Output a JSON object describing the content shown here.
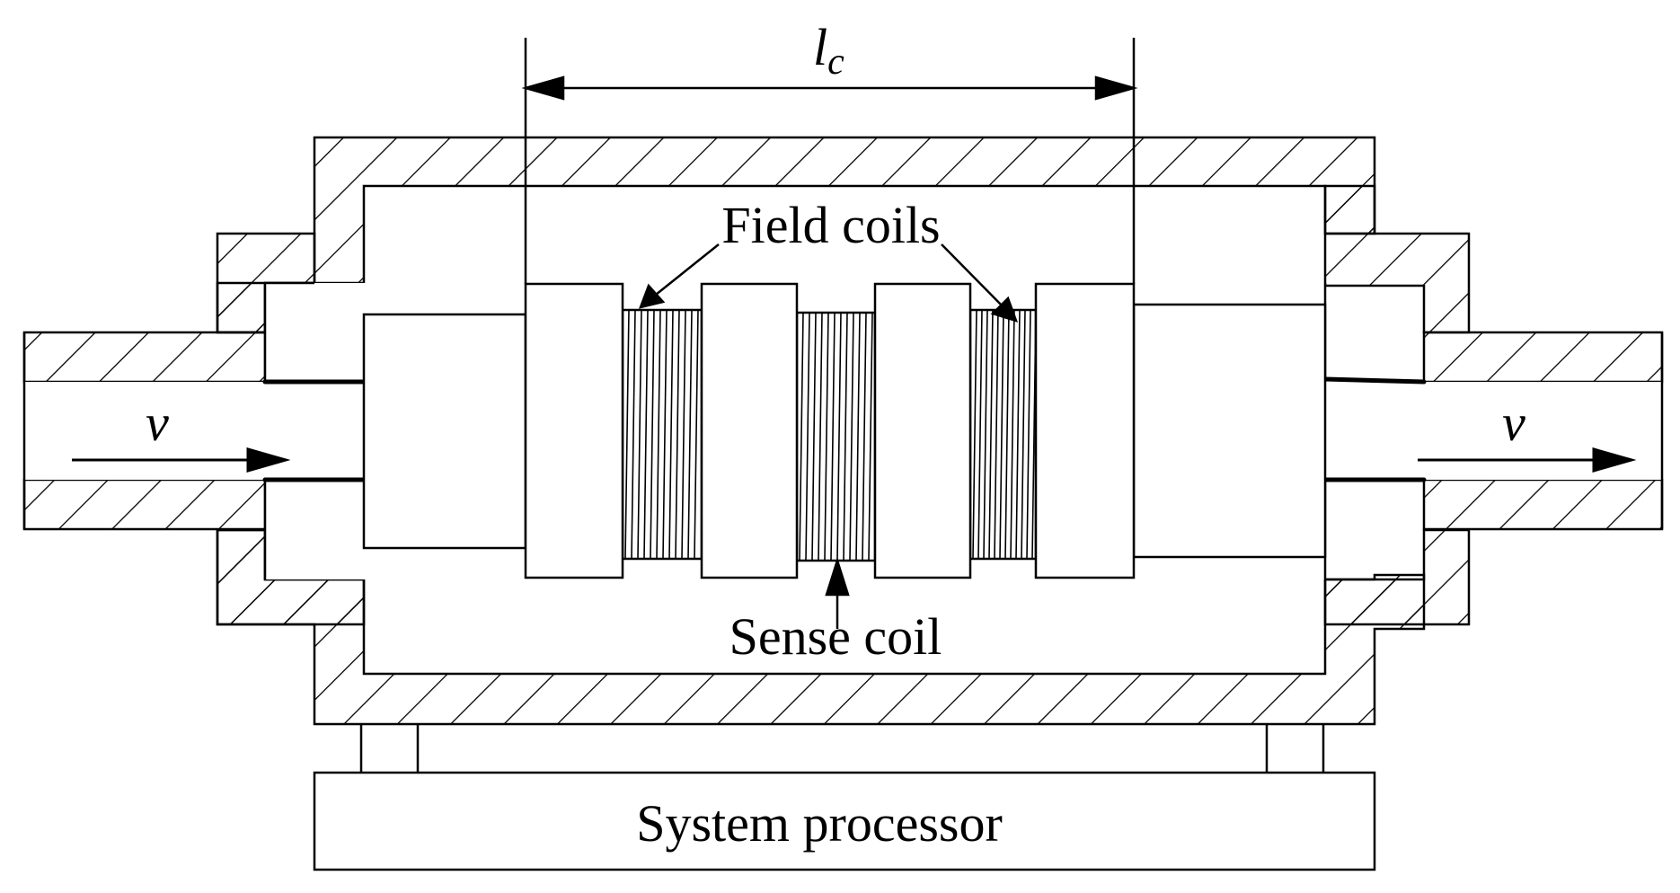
{
  "labels": {
    "coil_length": "l",
    "coil_length_sub": "c",
    "field_coils": "Field coils",
    "sense_coil": "Sense coil",
    "velocity_in": "v",
    "velocity_out": "v",
    "processor": "System processor"
  },
  "colors": {
    "stroke": "#000000",
    "background": "#ffffff"
  }
}
